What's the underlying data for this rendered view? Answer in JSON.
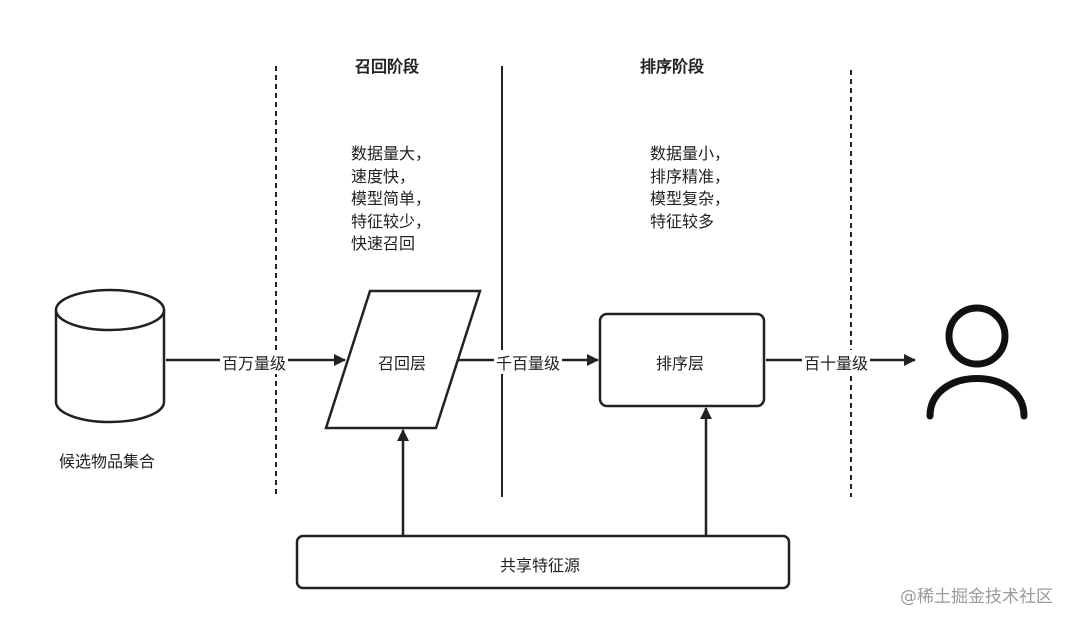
{
  "stages": {
    "recall": {
      "title": "召回阶段",
      "description": "数据量大，\n速度快，\n模型简单，\n特征较少，\n快速召回"
    },
    "ranking": {
      "title": "排序阶段",
      "description": "数据量小，\n排序精准，\n模型复杂，\n特征较多"
    }
  },
  "nodes": {
    "candidate_set": "候选物品集合",
    "recall_layer": "召回层",
    "ranking_layer": "排序层",
    "shared_features": "共享特征源"
  },
  "edges": {
    "to_recall": "百万量级",
    "to_ranking": "千百量级",
    "to_user": "百十量级"
  },
  "icons": {
    "database": "database-cylinder-icon",
    "user": "user-icon"
  },
  "watermark": "@稀土掘金技术社区",
  "colors": {
    "stroke": "#222222",
    "watermark": "#9a9a9a",
    "background": "#ffffff"
  }
}
